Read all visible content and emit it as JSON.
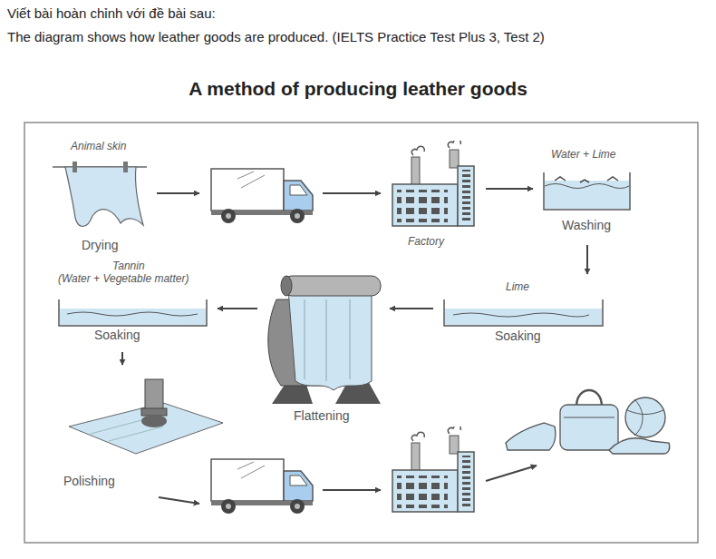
{
  "diagram": {
    "title": "A method of producing leather goods",
    "nodes": [
      {
        "text": [
          "Animal skin",
          "Drying"
        ]
      },
      {
        "text": []
      },
      {
        "text": [
          "Factory"
        ]
      },
      {
        "text": [
          "Water + Lime",
          "Washing"
        ]
      },
      {
        "text": [
          "Lime",
          "Soaking"
        ]
      },
      {
        "text": [
          "Flattening"
        ]
      },
      {
        "text": [
          "Tannin",
          "(Water + Vegetable matter)",
          "Soaking"
        ]
      },
      {
        "text": [
          "Polishing"
        ]
      },
      {
        "text": []
      },
      {
        "text": []
      },
      {
        "text": []
      }
    ],
    "edges": [
      {
        "from": 0,
        "to": 1,
        "arrow": "to"
      },
      {
        "from": 1,
        "to": 2,
        "arrow": "to"
      },
      {
        "from": 2,
        "to": 3,
        "arrow": "to"
      },
      {
        "from": 3,
        "to": 4,
        "arrow": "to"
      },
      {
        "from": 4,
        "to": 5,
        "arrow": "to"
      },
      {
        "from": 5,
        "to": 6,
        "arrow": "to"
      },
      {
        "from": 6,
        "to": 7,
        "arrow": "to"
      },
      {
        "from": 7,
        "to": 8,
        "arrow": "to"
      },
      {
        "from": 8,
        "to": 9,
        "arrow": "to"
      },
      {
        "from": 9,
        "to": 10,
        "arrow": "to"
      }
    ],
    "labels": [
      "Viết bài hoàn chỉnh với đề bài sau:",
      "The diagram shows how leather goods are produced. (IELTS Practice Test Plus 3, Test 2)"
    ]
  }
}
